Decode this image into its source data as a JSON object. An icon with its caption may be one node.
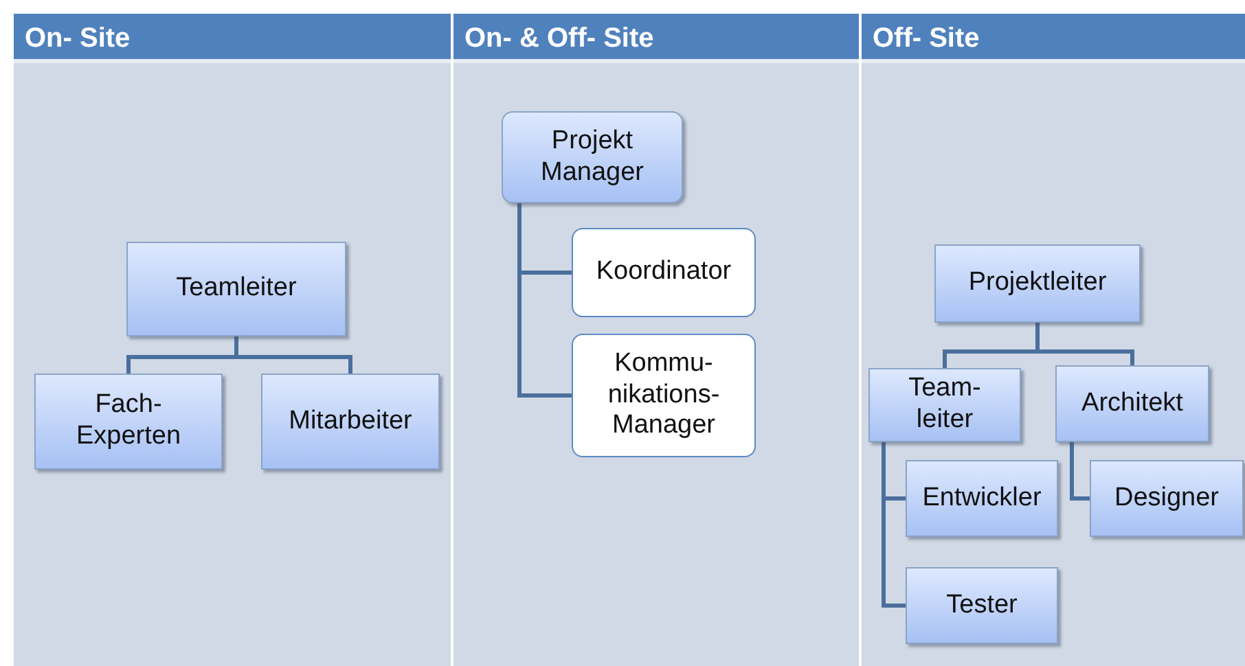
{
  "diagram": {
    "nodes": [
      {
        "text": [
          "On- Site"
        ]
      },
      {
        "text": [
          "Teamleiter"
        ],
        "in": 0
      },
      {
        "text": [
          "Fach- Experten"
        ],
        "in": 0
      },
      {
        "text": [
          "Mitarbeiter"
        ],
        "in": 0
      },
      {
        "text": [
          "On- & Off- Site"
        ]
      },
      {
        "text": [
          "Projekt Manager"
        ],
        "in": 4
      },
      {
        "text": [
          "Koordinator"
        ],
        "in": 4
      },
      {
        "text": [
          "Kommu- nikations- Manager"
        ],
        "in": 4
      },
      {
        "text": [
          "Off- Site"
        ]
      },
      {
        "text": [
          "Projektleiter"
        ],
        "in": 8
      },
      {
        "text": [
          "Team- leiter"
        ],
        "in": 8
      },
      {
        "text": [
          "Architekt"
        ],
        "in": 8
      },
      {
        "text": [
          "Entwickler"
        ],
        "in": 8
      },
      {
        "text": [
          "Designer"
        ],
        "in": 8
      },
      {
        "text": [
          "Tester"
        ],
        "in": 8
      }
    ],
    "edges": [
      {
        "from": 1,
        "to": 2,
        "arrow": "none"
      },
      {
        "from": 1,
        "to": 3,
        "arrow": "none"
      },
      {
        "from": 5,
        "to": 6,
        "arrow": "none"
      },
      {
        "from": 5,
        "to": 7,
        "arrow": "none"
      },
      {
        "from": 9,
        "to": 10,
        "arrow": "none"
      },
      {
        "from": 9,
        "to": 11,
        "arrow": "none"
      },
      {
        "from": 10,
        "to": 12,
        "arrow": "none"
      },
      {
        "from": 10,
        "to": 14,
        "arrow": "none"
      },
      {
        "from": 11,
        "to": 13,
        "arrow": "none"
      }
    ]
  }
}
